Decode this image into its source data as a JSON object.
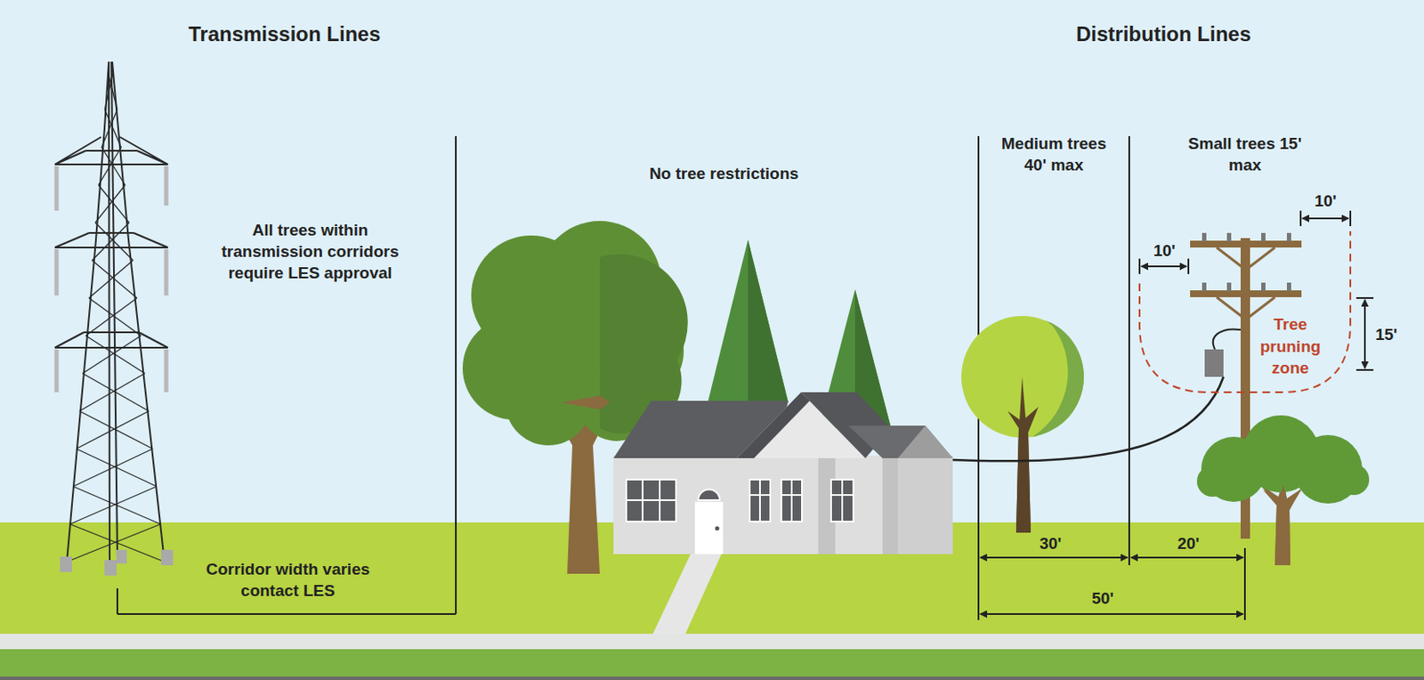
{
  "diagram": {
    "nodes": [
      {
        "text": [
          "Tree pruning zone"
        ]
      }
    ],
    "labels": [
      "Transmission Lines",
      "Distribution Lines",
      "All trees within transmission corridors require LES approval",
      "Corridor width varies contact LES",
      "No tree restrictions",
      "Medium trees 40' max",
      "Small trees 15' max",
      "10'",
      "10'",
      "15'",
      "30'",
      "20'",
      "50'"
    ]
  }
}
